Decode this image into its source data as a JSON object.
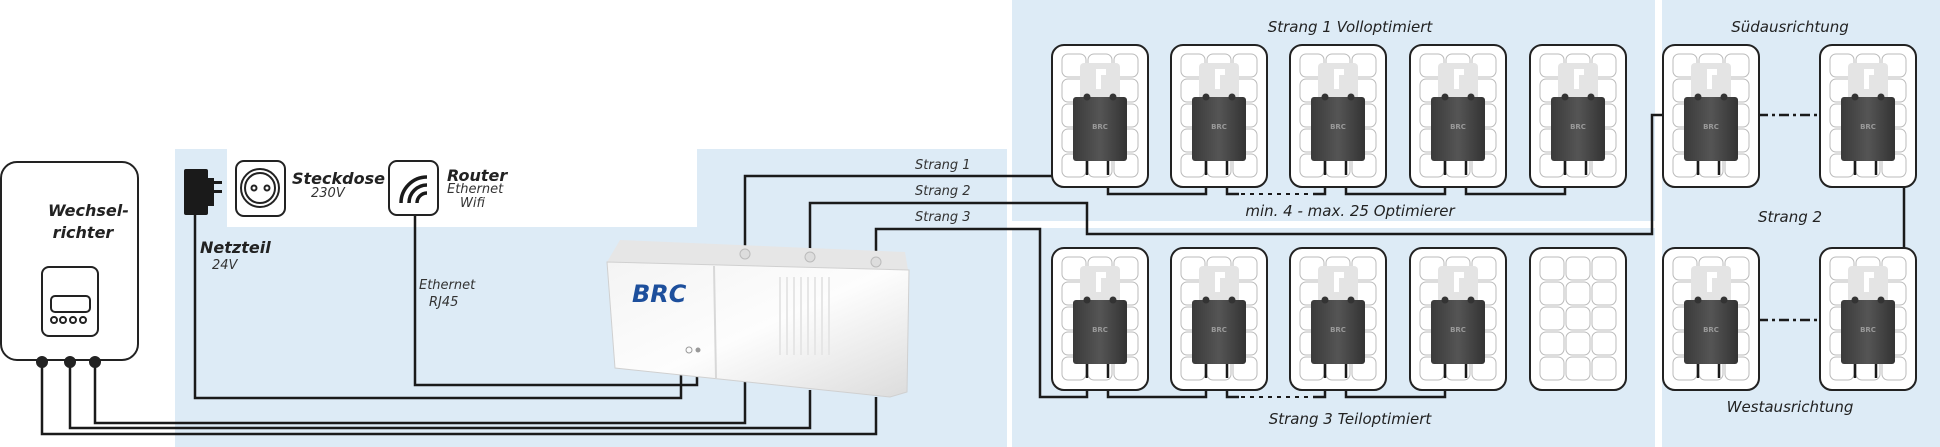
{
  "colors": {
    "region": "#ddebf6",
    "wire": "#1a1a1a",
    "brand": "#1d4f9c"
  },
  "inverter": {
    "title_line1": "Wechsel-",
    "title_line2": "richter"
  },
  "power_supply": {
    "title": "Netzteil",
    "voltage": "24V"
  },
  "socket": {
    "title": "Steckdose",
    "voltage": "230V"
  },
  "router": {
    "title": "Router",
    "line1": "Ethernet",
    "line2": "Wifi"
  },
  "ethernet_cable": {
    "line1": "Ethernet",
    "line2": "RJ45"
  },
  "gateway": {
    "brand": "BRC"
  },
  "strings": {
    "s1": "Strang 1",
    "s2": "Strang 2",
    "s3": "Strang 3"
  },
  "string1": {
    "title": "Strang 1 Volloptimiert",
    "note": "min. 4 - max. 25 Optimierer"
  },
  "string3": {
    "title": "Strang 3 Teiloptimiert"
  },
  "string2": {
    "south": "Südausrichtung",
    "label": "Strang 2",
    "west": "Westausrichtung"
  },
  "optimizer": {
    "brand": "BRC"
  }
}
